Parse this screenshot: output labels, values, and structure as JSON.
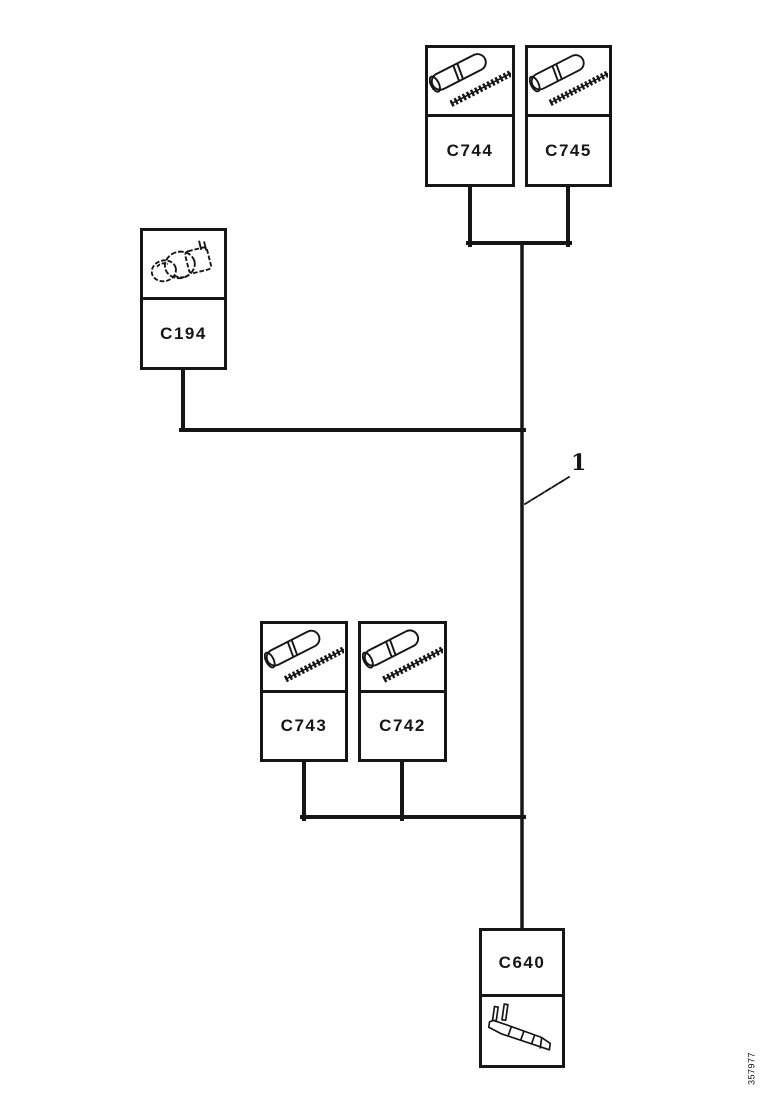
{
  "colors": {
    "ink": "#161616",
    "background": "#ffffff"
  },
  "connectors": {
    "c744": {
      "label": "C744",
      "illustration": "butt-splice-with-wire"
    },
    "c745": {
      "label": "C745",
      "illustration": "butt-splice-with-wire"
    },
    "c194": {
      "label": "C194",
      "illustration": "multi-pin-connector"
    },
    "c743": {
      "label": "C743",
      "illustration": "butt-splice-with-wire"
    },
    "c742": {
      "label": "C742",
      "illustration": "butt-splice-with-wire"
    },
    "c640": {
      "label": "C640",
      "illustration": "crimp-terminal"
    }
  },
  "callout": {
    "label": "1"
  },
  "artwork_number": "357977"
}
